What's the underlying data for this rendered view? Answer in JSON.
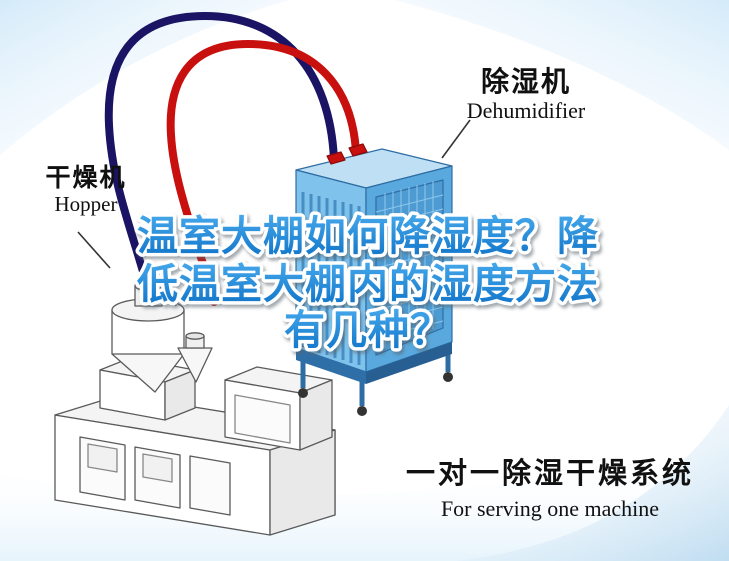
{
  "page": {
    "bg": "#ffffff"
  },
  "labels": {
    "dehumidifier_zh": "除湿机",
    "dehumidifier_en": "Dehumidifier",
    "hopper_zh": "干燥机",
    "hopper_en": "Hopper"
  },
  "title": {
    "line1": "温室大棚如何降湿度？降",
    "line2": "低温室大棚内的湿度方法",
    "line3": "有几种？",
    "color": "#1787dd"
  },
  "tagline": {
    "zh": "一对一除湿干燥系统",
    "en": "For serving one machine"
  },
  "colors": {
    "title_blue": "#1787dd",
    "pipe_red": "#c8100f",
    "pipe_navy": "#1b1464",
    "dehumidifier_body": "#7fc2ec",
    "dehumidifier_side": "#59a9de",
    "background_tint": "#cfe8f9"
  }
}
